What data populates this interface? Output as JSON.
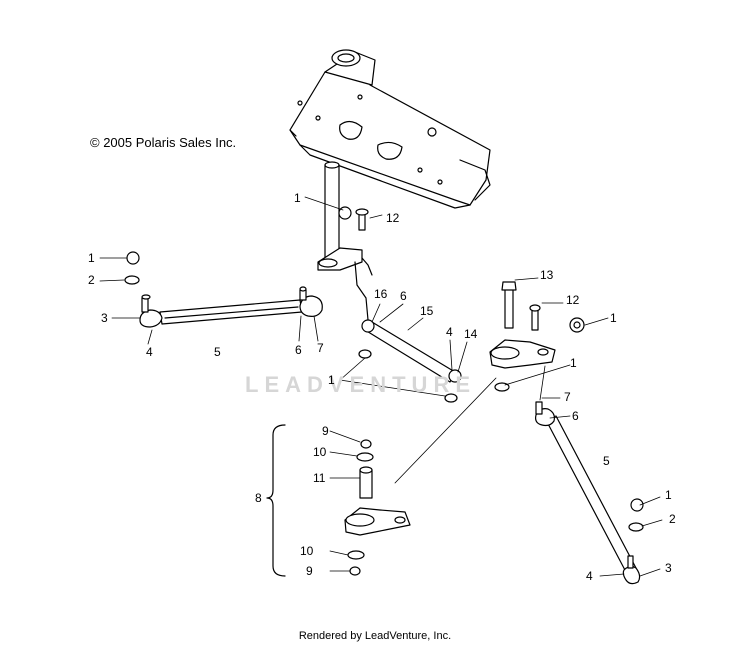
{
  "copyright": "© 2005 Polaris Sales Inc.",
  "watermark": "LEADVENTURE",
  "footer": "Rendered by LeadVenture, Inc.",
  "callouts": [
    "1",
    "12",
    "1",
    "2",
    "3",
    "4",
    "5",
    "6",
    "7",
    "16",
    "6",
    "15",
    "4",
    "14",
    "13",
    "12",
    "1",
    "1",
    "1",
    "7",
    "6",
    "5",
    "9",
    "10",
    "11",
    "8",
    "10",
    "9",
    "1",
    "2",
    "4",
    "3"
  ]
}
